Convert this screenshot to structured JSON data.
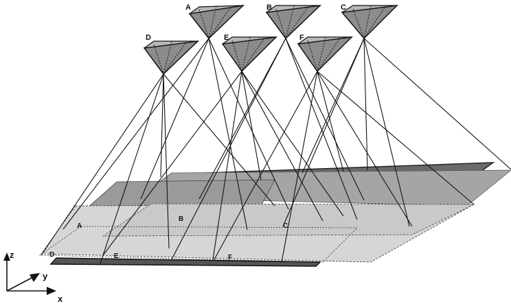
{
  "colors": {
    "ink": "#111111",
    "plane_a": "#9a9a9a",
    "plane_light": "#d6d6d6",
    "plane_mid": "#bdbdbd",
    "camera_fill": "#8c8c8c",
    "camera_top": "#b8b8b8"
  },
  "cameras": [
    {
      "id": "cam-a",
      "label": "A"
    },
    {
      "id": "cam-b",
      "label": "B"
    },
    {
      "id": "cam-c",
      "label": "C"
    },
    {
      "id": "cam-d",
      "label": "D"
    },
    {
      "id": "cam-e",
      "label": "E"
    },
    {
      "id": "cam-f",
      "label": "F"
    }
  ],
  "footprints": [
    {
      "id": "fp-a",
      "label": "A"
    },
    {
      "id": "fp-b",
      "label": "B"
    },
    {
      "id": "fp-c",
      "label": "C"
    },
    {
      "id": "fp-d",
      "label": "D"
    },
    {
      "id": "fp-e",
      "label": "E"
    },
    {
      "id": "fp-f",
      "label": "F"
    }
  ],
  "axes": {
    "x": "x",
    "y": "y",
    "z": "z"
  }
}
